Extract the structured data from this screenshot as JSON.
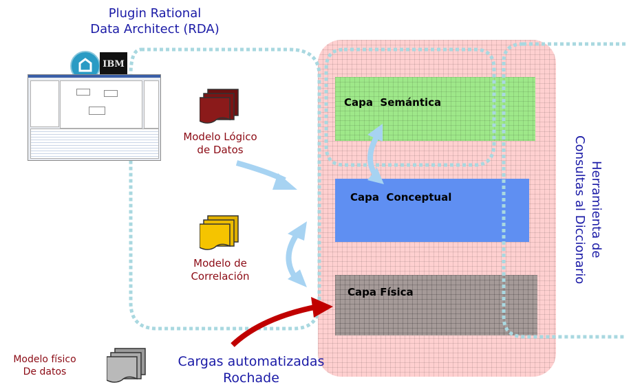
{
  "plugin": {
    "line1": "Plugin Rational",
    "line2": "Data Architect (RDA)"
  },
  "logos": {
    "ibm": "IBM",
    "rational_icon": "rational-logo-icon"
  },
  "models": {
    "logico": {
      "line1": "Modelo Lógico",
      "line2": "de Datos",
      "icon": "stacked-documents-icon",
      "color": "#8b1a1a"
    },
    "correlacion": {
      "line1": "Modelo de",
      "line2": "Correlación",
      "icon": "stacked-documents-icon",
      "color": "#f5c400"
    },
    "fisico": {
      "line1": "Modelo físico",
      "line2": "De datos",
      "icon": "stacked-documents-icon",
      "color": "#b9b9b9"
    }
  },
  "layers": {
    "semantica": {
      "label": "Capa  Semántica",
      "color": "#9ee889"
    },
    "conceptual": {
      "label": "Capa  Conceptual",
      "color": "#5f8ff2"
    },
    "fisica": {
      "label": "Capa Física",
      "color": "#a59a98"
    }
  },
  "cargas": {
    "line1": "Cargas automatizadas",
    "line2": "Rochade"
  },
  "herramienta": {
    "line1": "Herramienta de",
    "line2": "Consultas al Diccionario"
  },
  "colors": {
    "panel": "#ffd0d0",
    "dotted": "#a9d8e0",
    "arrow_blue": "#a7d3f2",
    "arrow_red": "#c00000",
    "title_blue": "#1a1aa6",
    "label_red": "#8b0a14"
  }
}
